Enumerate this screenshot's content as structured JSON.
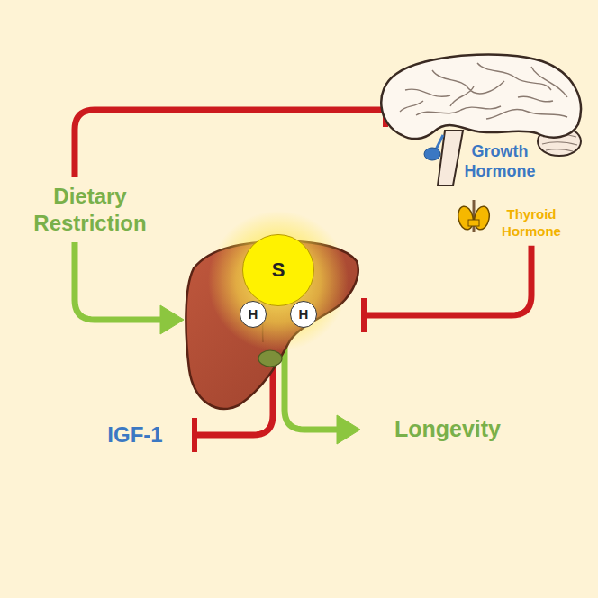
{
  "diagram": {
    "nodes": [
      {
        "text": [
          "Dietary Restriction"
        ]
      },
      {
        "text": [
          "Growth Hormone"
        ]
      },
      {
        "text": [
          "Thyroid Hormone"
        ]
      },
      {
        "text": [
          "S"
        ]
      },
      {
        "text": [
          "H"
        ]
      },
      {
        "text": [
          "H"
        ]
      },
      {
        "text": [
          "IGF-1"
        ]
      },
      {
        "text": [
          "Longevity"
        ]
      }
    ],
    "edges": [
      {
        "from": 0,
        "to": 1,
        "arrow": "to"
      },
      {
        "from": 0,
        "to": 3,
        "arrow": "to"
      },
      {
        "from": 2,
        "to": 3,
        "arrow": "to"
      },
      {
        "from": 3,
        "to": 6,
        "arrow": "to"
      },
      {
        "from": 3,
        "to": 7,
        "arrow": "to"
      }
    ]
  }
}
